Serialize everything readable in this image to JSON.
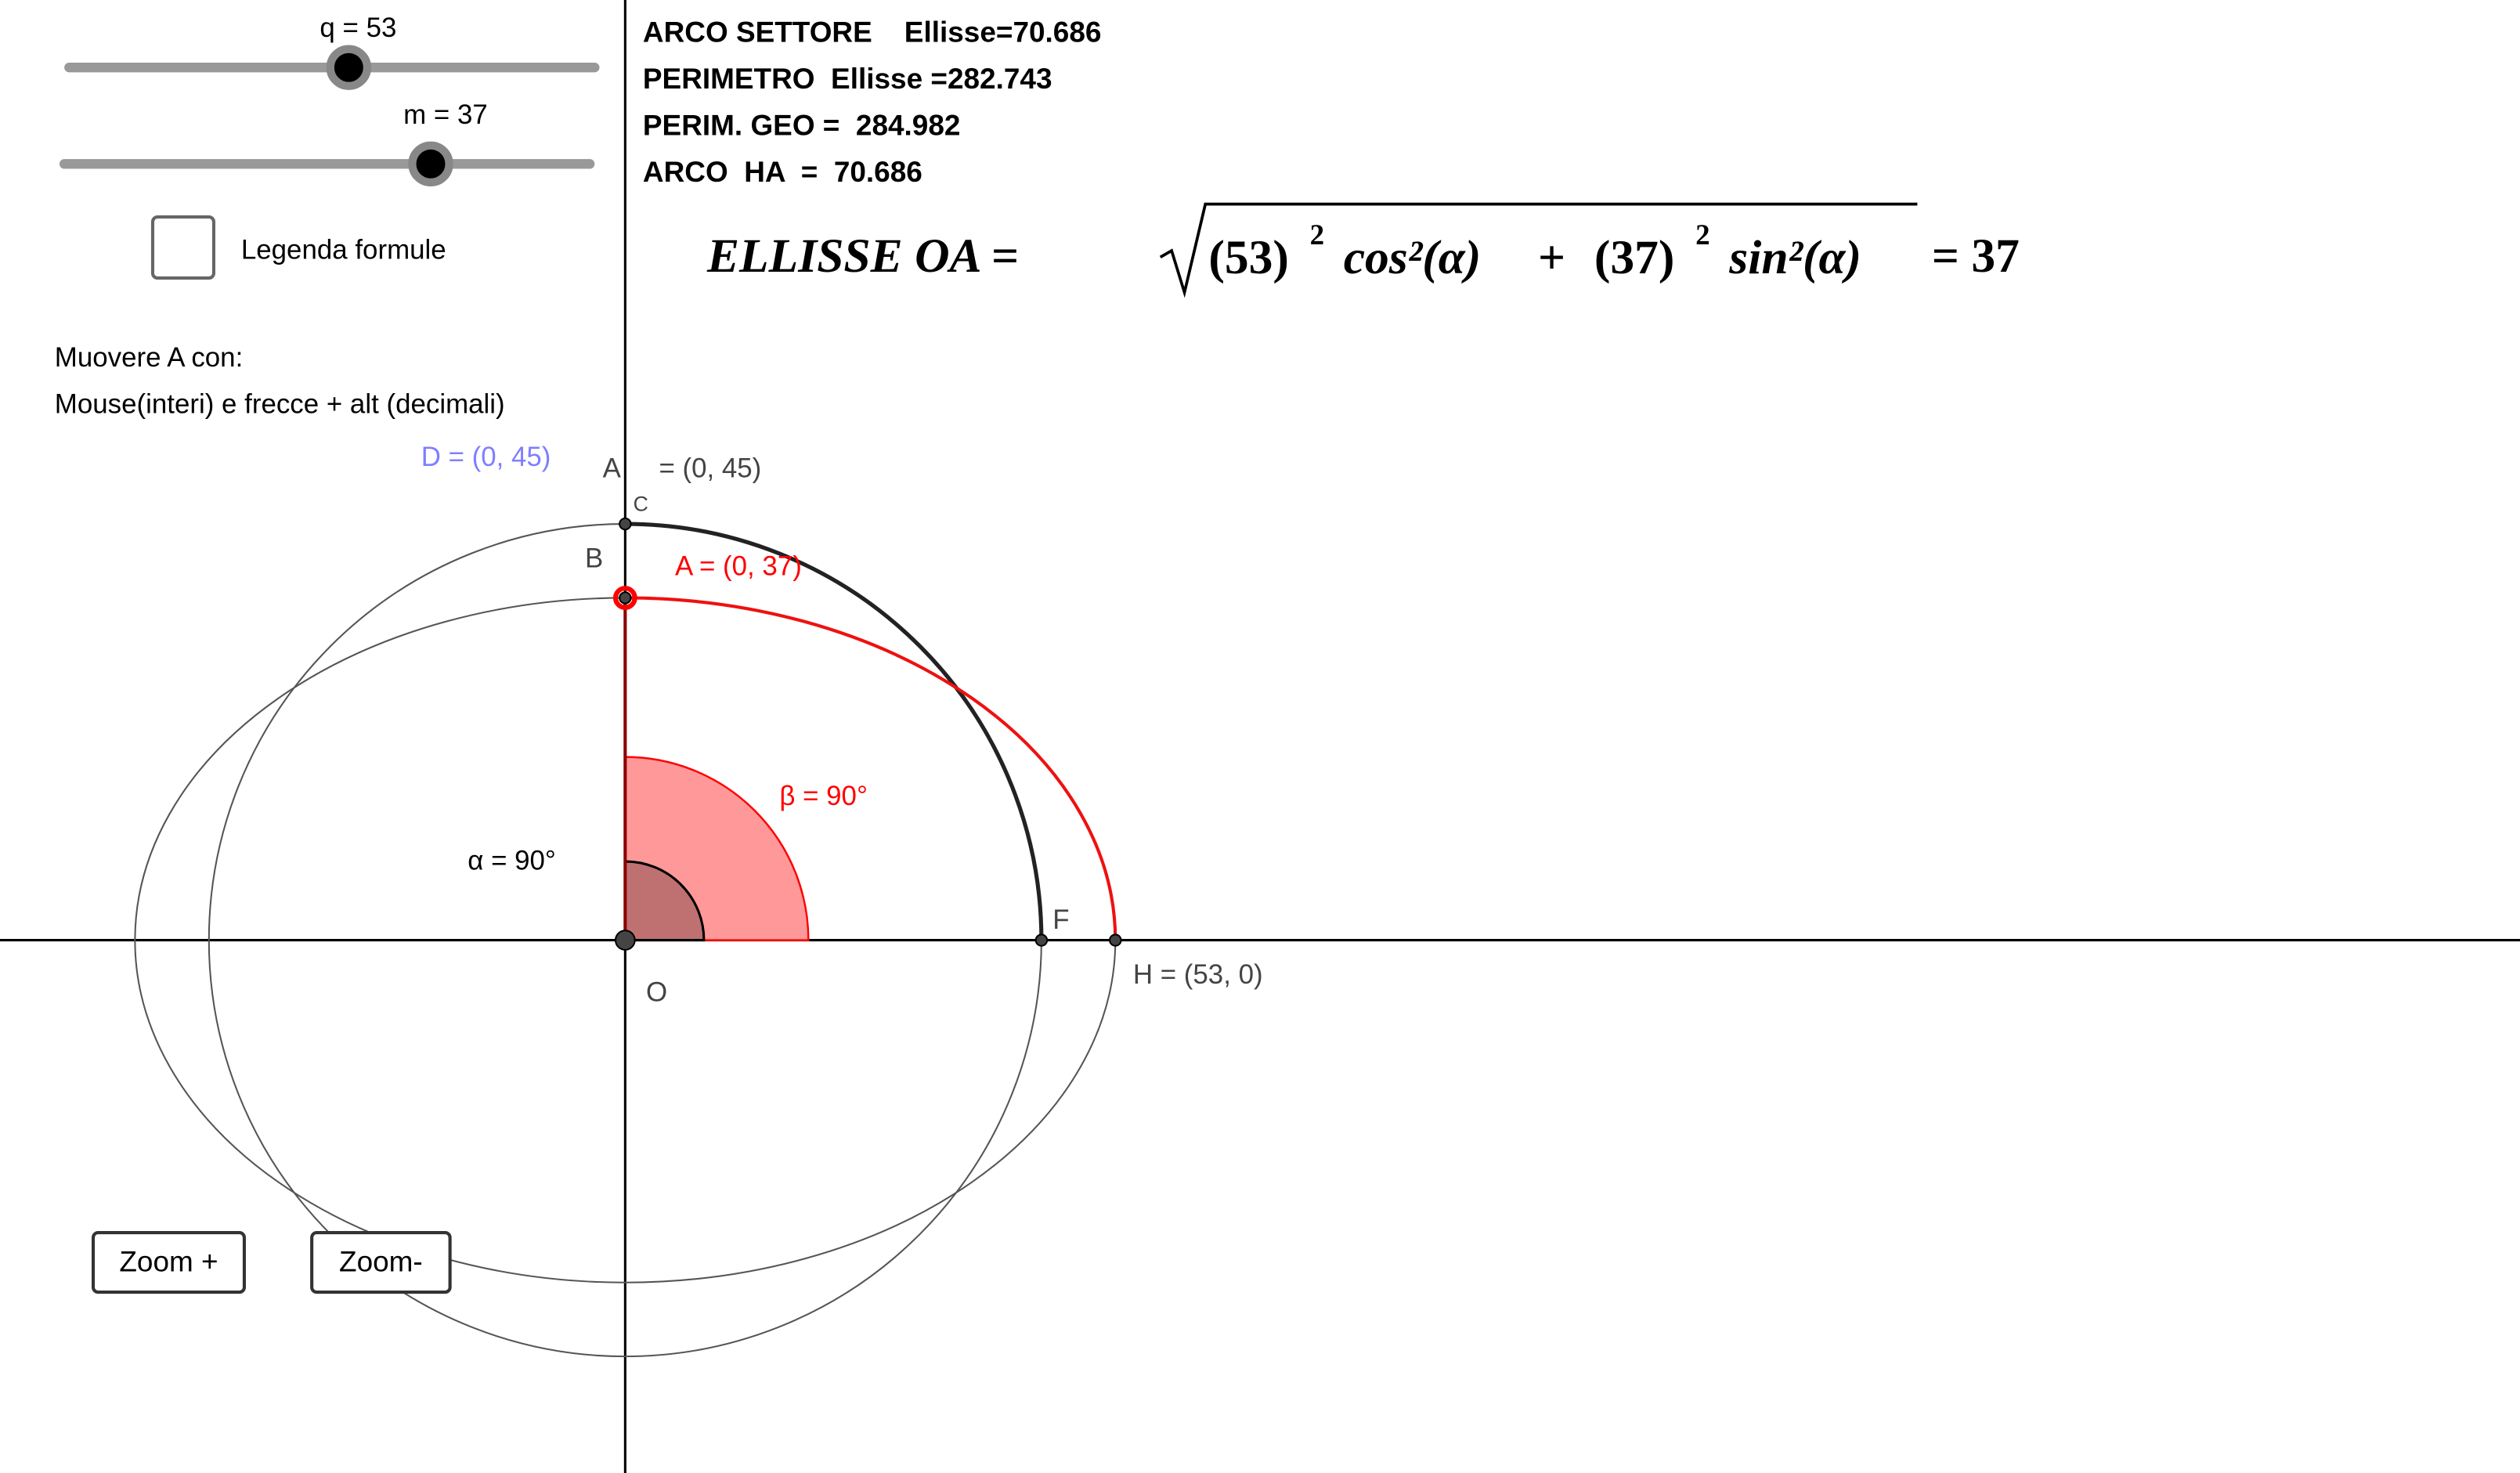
{
  "sliders": [
    {
      "label": "q = 53",
      "name": "q",
      "value": 53
    },
    {
      "label": "m = 37",
      "name": "m",
      "value": 37
    }
  ],
  "checkbox": {
    "label": "Legenda formule",
    "checked": false
  },
  "instructions": [
    "Muovere A con:",
    "Mouse(interi) e frecce + alt (decimali)"
  ],
  "stats": [
    "ARCO SETTORE    Ellisse=70.686",
    "PERIMETRO  Ellisse =282.743",
    "PERIM. GEO =  284.982",
    "ARCO  HA  =  70.686"
  ],
  "formula": {
    "left": "ELLISSE  OA =",
    "q": "(53)",
    "m": "(37)",
    "exp": "2",
    "cos": "cos²(α)",
    "plus": "+",
    "sin": "sin²(α)",
    "result": "= 37"
  },
  "buttons": {
    "zoom_in": "Zoom +",
    "zoom_out": "Zoom-"
  },
  "labels": {
    "D": "D = (0, 45)",
    "A_top": "A",
    "C": "C",
    "C_coords": "= (0, 45)",
    "B": "B",
    "A": "A = (0, 37)",
    "beta": "β = 90°",
    "alpha": "α = 90°",
    "F": "F",
    "H": "H = (53, 0)",
    "O": "O"
  },
  "colors": {
    "red": "#ff0000",
    "blue": "#7f7fff",
    "sector_beta": "#ff9999",
    "sector_alpha": "#bf7070"
  }
}
